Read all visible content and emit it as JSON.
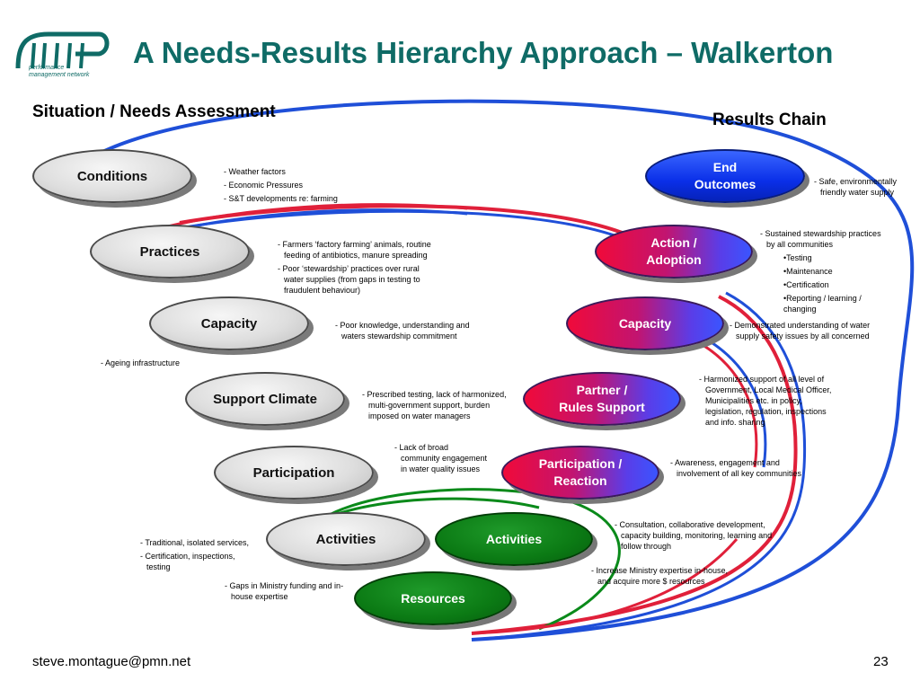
{
  "header": {
    "logo_text": "pmn",
    "logo_sub1": "performance",
    "logo_sub2": "management network",
    "title": "A Needs-Results Hierarchy Approach – Walkerton"
  },
  "sections": {
    "left": "Situation / Needs Assessment",
    "right": "Results Chain"
  },
  "needs": {
    "conditions": "Conditions",
    "practices": "Practices",
    "capacity": "Capacity",
    "support_climate": "Support Climate",
    "participation": "Participation",
    "activities": "Activities"
  },
  "results": {
    "end_outcomes": [
      "End",
      "Outcomes"
    ],
    "action_adoption": [
      "Action /",
      "Adoption"
    ],
    "capacity": "Capacity",
    "partner_rules": [
      "Partner /",
      "Rules Support"
    ],
    "participation_reaction": [
      "Participation /",
      "Reaction"
    ],
    "activities": "Activities",
    "resources": "Resources"
  },
  "annotations": {
    "conditions": [
      "- Weather factors",
      "- Economic Pressures",
      "- S&T developments re: farming"
    ],
    "practices": [
      "- Farmers ‘factory farming’ animals, routine",
      "feeding of antibiotics, manure spreading",
      "- Poor ‘stewardship’  practices  over rural",
      "water supplies (from gaps in testing to",
      "fraudulent behaviour)"
    ],
    "capacity": [
      "- Poor knowledge, understanding and",
      "waters stewardship commitment"
    ],
    "ageing": "- Ageing infrastructure",
    "support": [
      "- Prescribed testing, lack of harmonized,",
      "multi-government support, burden",
      "imposed on water managers"
    ],
    "participation": [
      "- Lack of broad",
      "community engagement",
      "in water quality issues"
    ],
    "activities": [
      "- Traditional, isolated services,",
      "- Certification, inspections,",
      "testing"
    ],
    "ministry": [
      "- Gaps in Ministry funding and in-",
      "house expertise"
    ],
    "end_outcomes": [
      "- Safe, environmentally",
      "friendly water supply"
    ],
    "action": [
      "- Sustained stewardship practices",
      "by all communities",
      "•Testing",
      "•Maintenance",
      "•Certification",
      "•Reporting / learning /",
      "changing"
    ],
    "capacity_r": [
      "- Demonstrated understanding of water",
      "supply safety issues by all concerned"
    ],
    "partner": [
      "- Harmonized support of all level of",
      "Government, Local Medical Officer,",
      "Municipalities etc. in policy,",
      "legislation, regulation, inspections",
      "and info. sharing"
    ],
    "participation_r": [
      "- Awareness, engagement and",
      "involvement of all key communities"
    ],
    "activities_r": [
      "- Consultation, collaborative development,",
      "capacity building, monitoring, learning and",
      "follow through"
    ],
    "resources_r": [
      "- Increase Ministry expertise in-house,",
      "and acquire more $ resources"
    ]
  },
  "footer": {
    "email": "steve.montague@pmn.net",
    "page": "23"
  },
  "colors": {
    "title": "#0f6b66",
    "arc_blue": "#1f4fd8",
    "arc_red": "#e0203a",
    "arc_green": "#0a8a1a"
  }
}
